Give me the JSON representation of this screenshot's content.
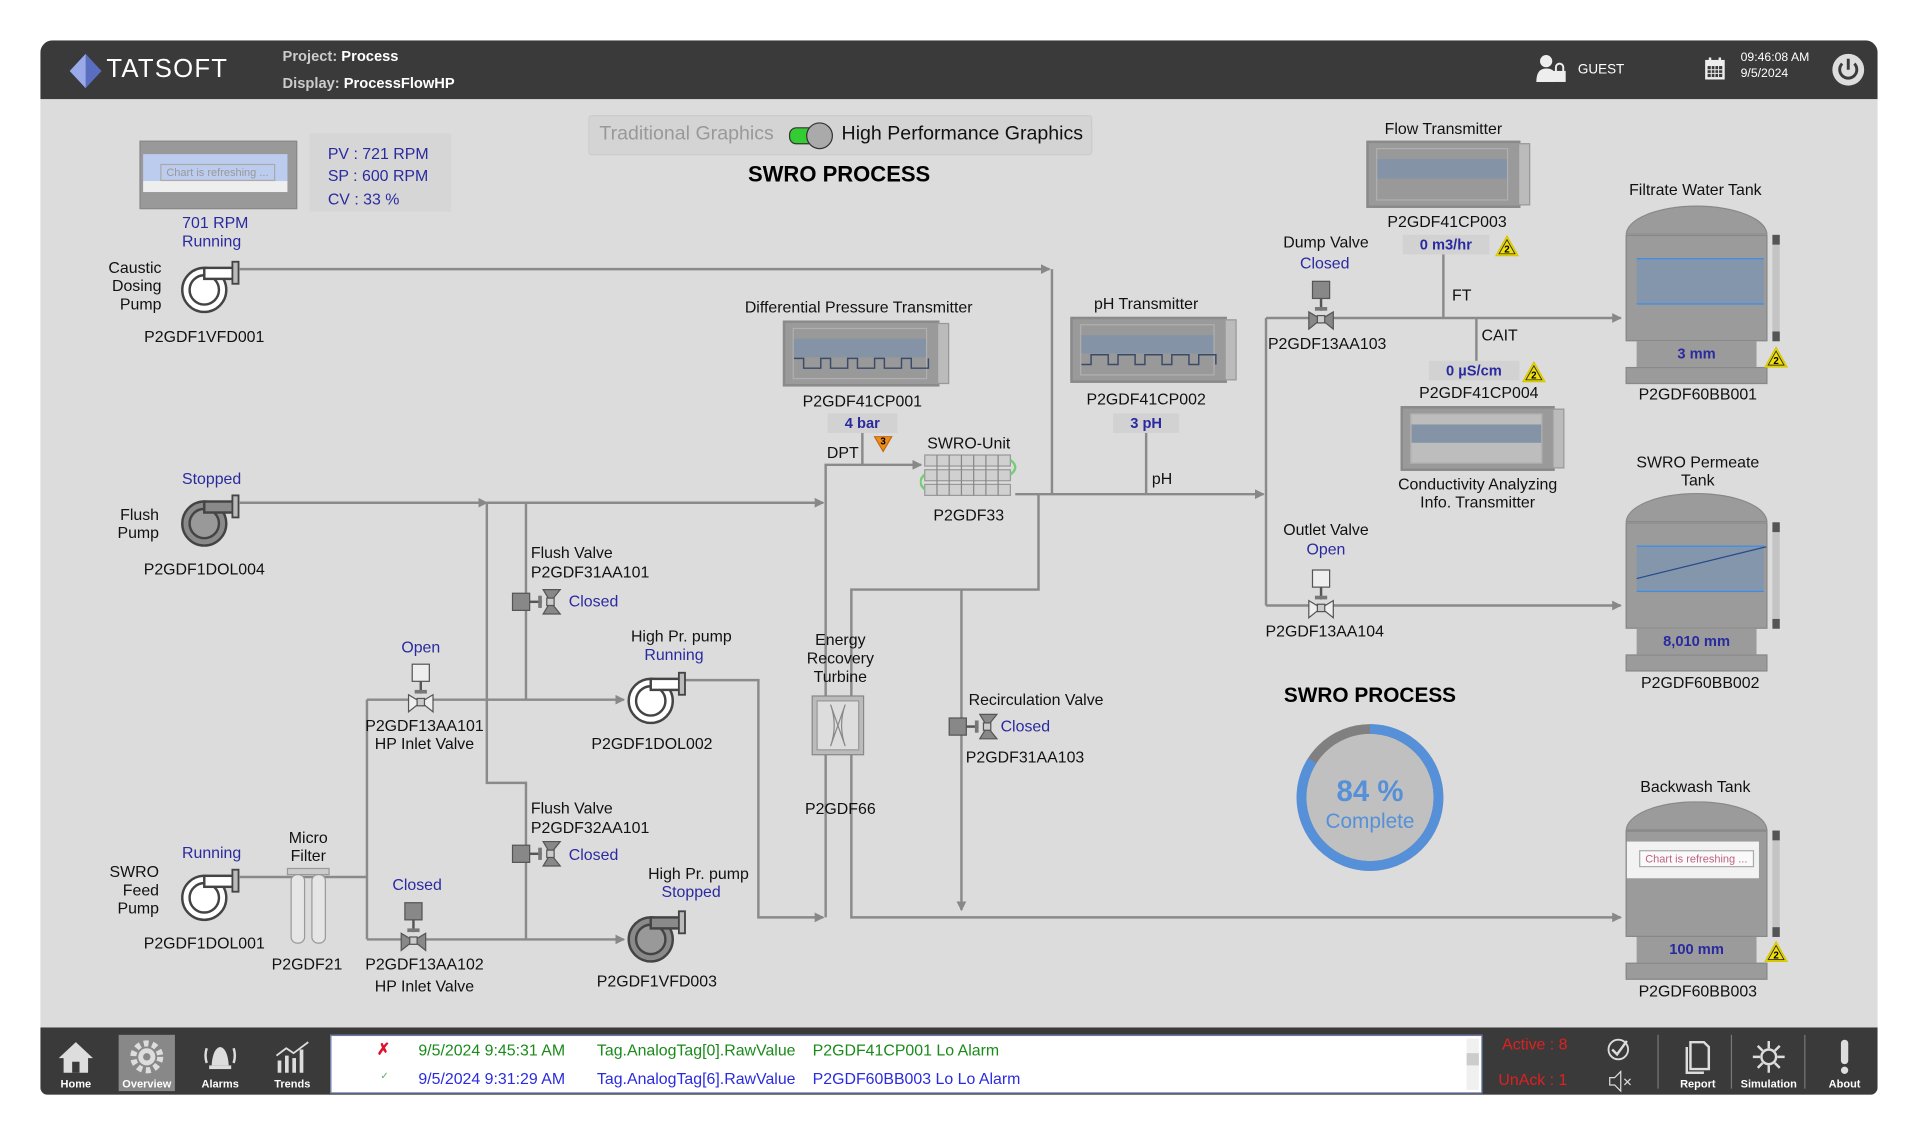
{
  "header": {
    "brand": "TATSOFT",
    "project_label": "Project:",
    "project": "Process",
    "display_label": "Display:",
    "display": "ProcessFlowHP",
    "user": "GUEST",
    "time": "09:46:08 AM",
    "date": "9/5/2024"
  },
  "toggle": {
    "left": "Traditional Graphics",
    "right": "High Performance Graphics",
    "state": "high-performance"
  },
  "titles": {
    "main": "SWRO PROCESS",
    "gauge": "SWRO PROCESS"
  },
  "vfd_panel": {
    "chart_msg": "Chart is refreshing ...",
    "pv": "PV : 721 RPM",
    "sp": "SP : 600 RPM",
    "cv": "CV : 33 %",
    "speed": "701 RPM",
    "status": "Running"
  },
  "pumps": {
    "caustic": {
      "label": [
        "Caustic",
        "Dosing",
        "Pump"
      ],
      "tag": "P2GDF1VFD001"
    },
    "flush": {
      "label": [
        "Flush",
        "Pump"
      ],
      "status": "Stopped",
      "tag": "P2GDF1DOL004"
    },
    "feed": {
      "label": [
        "SWRO",
        "Feed",
        "Pump"
      ],
      "status": "Running",
      "tag": "P2GDF1DOL001"
    },
    "hp1": {
      "label": "High Pr. pump",
      "status": "Running",
      "tag": "P2GDF1DOL002"
    },
    "hp2": {
      "label": "High Pr. pump",
      "status": "Stopped",
      "tag": "P2GDF1VFD003"
    }
  },
  "filter": {
    "label": [
      "Micro",
      "Filter"
    ],
    "tag": "P2GDF21"
  },
  "valves": {
    "flush1": {
      "label": "Flush Valve",
      "tag": "P2GDF31AA101",
      "status": "Closed"
    },
    "flush2": {
      "label": "Flush Valve",
      "tag": "P2GDF32AA101",
      "status": "Closed"
    },
    "hp_in1": {
      "status": "Open",
      "tag": "P2GDF13AA101",
      "label": "HP Inlet Valve"
    },
    "hp_in2": {
      "status": "Closed",
      "tag": "P2GDF13AA102",
      "label": "HP Inlet Valve"
    },
    "recirc": {
      "label": "Recirculation Valve",
      "status": "Closed",
      "tag": "P2GDF31AA103"
    },
    "dump": {
      "label": "Dump Valve",
      "status": "Closed",
      "tag": "P2GDF13AA103"
    },
    "outlet": {
      "label": "Outlet Valve",
      "status": "Open",
      "tag": "P2GDF13AA104"
    }
  },
  "turbine": {
    "label": [
      "Energy",
      "Recovery",
      "Turbine"
    ],
    "tag": "P2GDF66"
  },
  "swro_unit": {
    "label": "SWRO-Unit",
    "tag": "P2GDF33"
  },
  "transmitters": {
    "dpt": {
      "label": "Differential Pressure Transmitter",
      "tag": "P2GDF41CP001",
      "value": "4 bar",
      "line_label": "DPT",
      "alarm": "3",
      "alarm_color": "#f08c1e"
    },
    "ph": {
      "label": "pH Transmitter",
      "tag": "P2GDF41CP002",
      "value": "3 pH",
      "line_label": "pH"
    },
    "flow": {
      "label": "Flow Transmitter",
      "tag": "P2GDF41CP003",
      "value": "0 m3/hr",
      "line_label": "FT",
      "alarm": "2"
    },
    "cond": {
      "label": [
        "Conductivity Analyzing",
        "Info. Transmitter"
      ],
      "tag": "P2GDF41CP004",
      "value": "0 µS/cm",
      "line_label": "CAIT",
      "alarm": "2"
    }
  },
  "tanks": {
    "filtrate": {
      "label": "Filtrate Water Tank",
      "tag": "P2GDF60BB001",
      "level": "3 mm",
      "alarm": "2"
    },
    "permeate": {
      "label": [
        "SWRO Permeate",
        "Tank"
      ],
      "tag": "P2GDF60BB002",
      "level": "8,010 mm"
    },
    "backwash": {
      "label": "Backwash Tank",
      "tag": "P2GDF60BB003",
      "level": "100 mm",
      "alarm": "2",
      "chart_msg": "Chart is refreshing ..."
    }
  },
  "gauge": {
    "percent": 84,
    "value": "84 %",
    "label": "Complete",
    "color": "#5590d8"
  },
  "footer": {
    "nav": [
      {
        "label": "Home",
        "icon": "home-icon"
      },
      {
        "label": "Overview",
        "icon": "gear-icon",
        "active": true
      },
      {
        "label": "Alarms",
        "icon": "alarm-bell-icon"
      },
      {
        "label": "Trends",
        "icon": "trends-icon"
      }
    ],
    "alarms": [
      {
        "time": "9/5/2024 9:45:31 AM",
        "tag": "Tag.AnalogTag[0].RawValue",
        "msg": "P2GDF41CP001  Lo Alarm",
        "color": "#1a8a1a",
        "icon": "x"
      },
      {
        "time": "9/5/2024 9:31:29 AM",
        "tag": "Tag.AnalogTag[6].RawValue",
        "msg": "P2GDF60BB003 Lo Lo Alarm",
        "color": "#2a2ae0",
        "icon": "check"
      }
    ],
    "active": "Active : 8",
    "unack": "UnAck : 1",
    "right": [
      {
        "label": "Report",
        "icon": "report-icon"
      },
      {
        "label": "Simulation",
        "icon": "simulation-icon"
      },
      {
        "label": "About",
        "icon": "about-icon"
      }
    ]
  }
}
